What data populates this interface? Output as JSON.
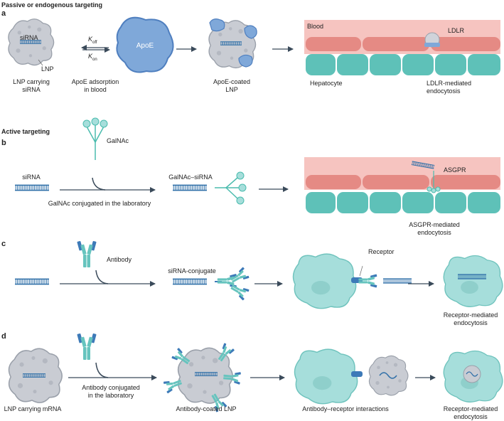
{
  "sections": {
    "passive_title": "Passive or endogenous targeting",
    "active_title": "Active targeting"
  },
  "panels": {
    "a": {
      "letter": "a",
      "sirna": "siRNA",
      "lnp": "LNP",
      "lnp_caption": [
        "LNP carrying",
        "siRNA"
      ],
      "koff": "K",
      "koff_sub": "off",
      "kon": "K",
      "kon_sub": "on",
      "adsorption_caption": [
        "ApoE adsorption",
        "in blood"
      ],
      "apoe": "ApoE",
      "coated_caption": [
        "ApoE-coated",
        "LNP"
      ],
      "blood": "Blood",
      "receptor": "LDLR",
      "hepatocyte": "Hepatocyte",
      "endocytosis_caption": [
        "LDLR-mediated",
        "endocytosis"
      ]
    },
    "b": {
      "letter": "b",
      "sirna": "siRNA",
      "galnac": "GalNAc",
      "conjugate": "GalNAc–siRNA",
      "lab_caption": "GalNAc conjugated in the laboratory",
      "receptor": "ASGPR",
      "endocytosis_caption": [
        "ASGPR-mediated",
        "endocytosis"
      ]
    },
    "c": {
      "letter": "c",
      "antibody": "Antibody",
      "conjugate": "siRNA-conjugate",
      "receptor": "Receptor",
      "endocytosis_caption": [
        "Receptor-mediated",
        "endocytosis"
      ]
    },
    "d": {
      "letter": "d",
      "lnp_caption": "LNP carrying mRNA",
      "lab_caption": [
        "Antibody conjugated",
        "in the laboratory"
      ],
      "coated_caption": "Antibody-coated LNP",
      "interaction_caption": "Antibody–receptor interactions",
      "endocytosis_caption": [
        "Receptor-mediated",
        "endocytosis"
      ]
    }
  },
  "colors": {
    "lnp_fill": "#c9ccd3",
    "lnp_stroke": "#9aa0aa",
    "rna": "#2f6fa8",
    "apoe_fill": "#7fa8d9",
    "apoe_stroke": "#4f7fbf",
    "blood_bg": "#f6c4c0",
    "endothelial": "#e58a84",
    "hepatocyte": "#5ec1b8",
    "cell_fill": "#a6dedb",
    "galnac": "#4bbcae",
    "antibody_teal": "#66c4be",
    "antibody_blue": "#3d7ab8",
    "arrow": "#3a4a5a"
  },
  "icons": [
    "lnp-particle",
    "apoe-protein",
    "sirna-duplex",
    "galnac-ligand",
    "antibody",
    "target-cell",
    "liver-tissue"
  ]
}
